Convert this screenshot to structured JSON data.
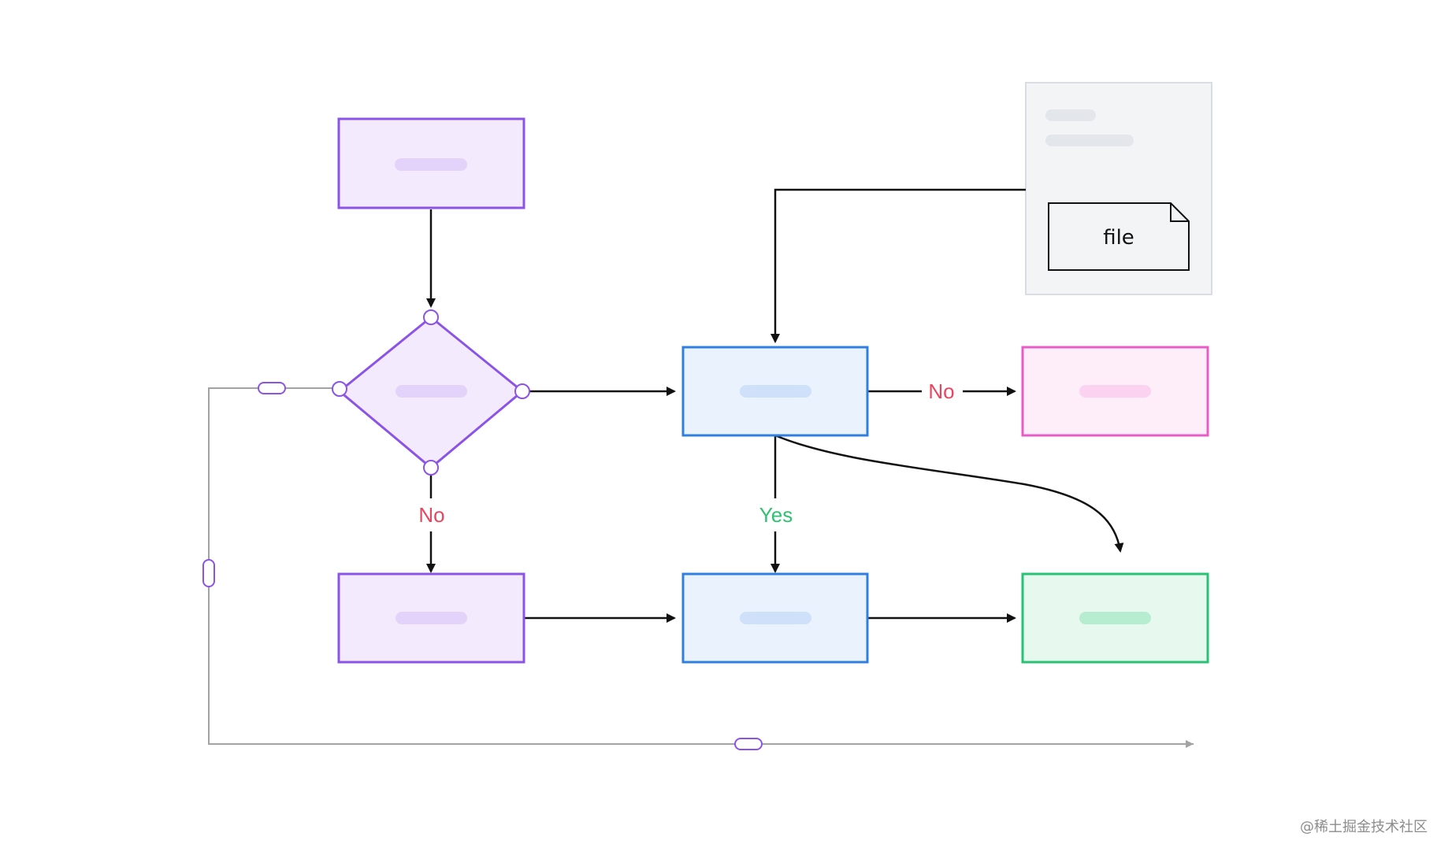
{
  "diagram": {
    "labels": {
      "decision_no": "No",
      "process_no": "No",
      "process_yes": "Yes",
      "file": "file"
    },
    "colors": {
      "purple_stroke": "#8b53e6",
      "purple_fill": "#f3ebfd",
      "purple_bar": "#e3d3fa",
      "blue_stroke": "#2f7fe0",
      "blue_fill": "#eaf2fe",
      "blue_bar": "#cfe0fb",
      "pink_stroke": "#e85cc8",
      "pink_fill": "#fdeefa",
      "pink_bar": "#fbd3f0",
      "green_stroke": "#27c273",
      "green_fill": "#e7f9ef",
      "green_bar": "#b6eccf",
      "gray_panel": "#f3f4f6",
      "gray_border": "#d9dde3",
      "no_label": "#e8455f",
      "yes_label": "#2ec271",
      "edge": "#111111",
      "loop_line": "#a3a3a3"
    }
  },
  "watermark": "@稀土掘金技术社区"
}
